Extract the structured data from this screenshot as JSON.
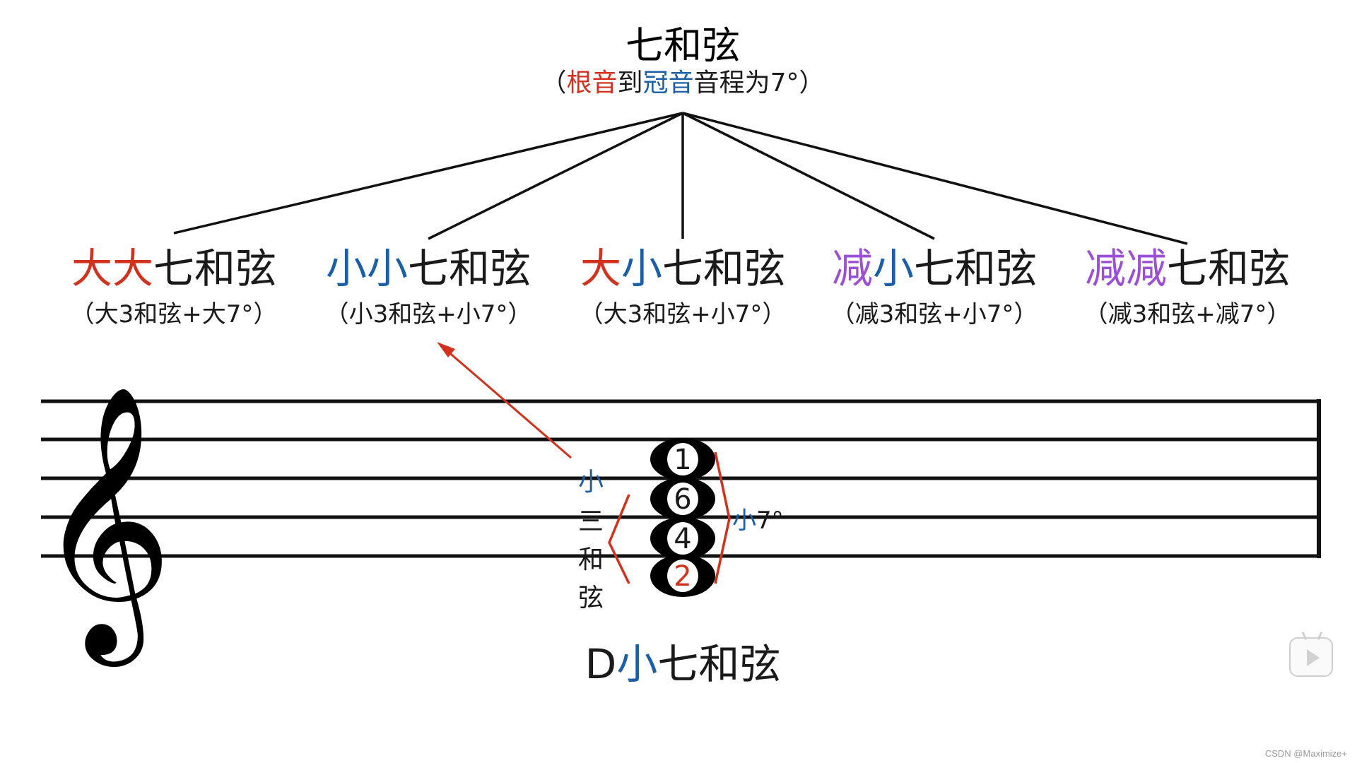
{
  "colors": {
    "text": "#1a1a1a",
    "red": "#d0321e",
    "blue": "#1a5fa8",
    "purple": "#9b4fd6",
    "staff": "#111111"
  },
  "root": {
    "title": "七和弦",
    "subtitle": [
      {
        "t": "（",
        "c": "text"
      },
      {
        "t": "根音",
        "c": "red"
      },
      {
        "t": "到",
        "c": "text"
      },
      {
        "t": "冠音",
        "c": "blue"
      },
      {
        "t": "音程为7°）",
        "c": "text"
      }
    ]
  },
  "chord_types": [
    {
      "title": [
        {
          "t": "大大",
          "c": "red"
        },
        {
          "t": "七和弦",
          "c": "text"
        }
      ],
      "formula": "（大3和弦+大7°）"
    },
    {
      "title": [
        {
          "t": "小小",
          "c": "blue"
        },
        {
          "t": "七和弦",
          "c": "text"
        }
      ],
      "formula": "（小3和弦+小7°）"
    },
    {
      "title": [
        {
          "t": "大",
          "c": "red"
        },
        {
          "t": "小",
          "c": "blue"
        },
        {
          "t": "七和弦",
          "c": "text"
        }
      ],
      "formula": "（大3和弦+小7°）"
    },
    {
      "title": [
        {
          "t": "减",
          "c": "purple"
        },
        {
          "t": "小",
          "c": "blue"
        },
        {
          "t": "七和弦",
          "c": "text"
        }
      ],
      "formula": "（减3和弦+小7°）"
    },
    {
      "title": [
        {
          "t": "减减",
          "c": "purple"
        },
        {
          "t": "七和弦",
          "c": "text"
        }
      ],
      "formula": "（减3和弦+减7°）"
    }
  ],
  "notes": [
    {
      "label": "1",
      "c": "text"
    },
    {
      "label": "6",
      "c": "text"
    },
    {
      "label": "4",
      "c": "text"
    },
    {
      "label": "2",
      "c": "red"
    }
  ],
  "triad_label": [
    {
      "t": "小",
      "c": "blue"
    },
    {
      "t": "三",
      "c": "text"
    },
    {
      "t": "和",
      "c": "text"
    },
    {
      "t": "弦",
      "c": "text"
    }
  ],
  "seventh_label": [
    {
      "t": "小",
      "c": "blue"
    },
    {
      "t": "7°",
      "c": "text"
    }
  ],
  "bottom_title": [
    {
      "t": "D",
      "c": "text"
    },
    {
      "t": "小",
      "c": "blue"
    },
    {
      "t": "七和弦",
      "c": "text"
    }
  ],
  "icons": {
    "clef": "treble-clef-icon",
    "play": "play-icon"
  },
  "watermark": "CSDN @Maximize+"
}
